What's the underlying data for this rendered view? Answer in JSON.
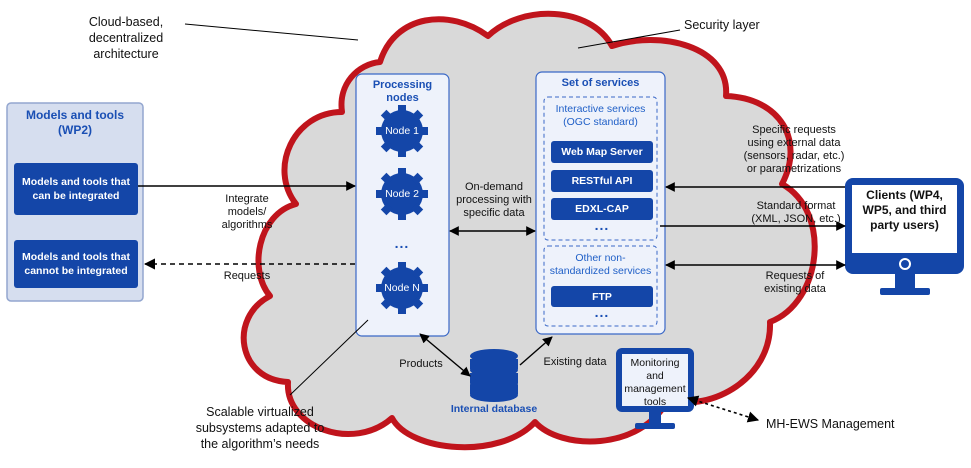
{
  "annotations": {
    "cloud_desc": "Cloud-based, decentralized architecture",
    "security_layer": "Security layer",
    "scalable": "Scalable virtualized subsystems adapted to the algorithm’s needs",
    "mh_ews": "MH-EWS Management"
  },
  "models_panel": {
    "title": "Models and tools (WP2)",
    "integrable": "Models and tools that can be integrated",
    "non_integrable": "Models and tools that cannot be integrated"
  },
  "processing_nodes": {
    "title": "Processing nodes",
    "nodes": [
      "Node 1",
      "Node 2",
      "Node N"
    ],
    "ellipsis": "..."
  },
  "services": {
    "title": "Set of services",
    "interactive_title": "Interactive services (OGC standard)",
    "interactive_items": [
      "Web Map Server",
      "RESTful API",
      "EDXL-CAP"
    ],
    "other_title": "Other non-standardized services",
    "other_items": [
      "FTP"
    ],
    "ellipsis": "..."
  },
  "database": {
    "label": "Internal database"
  },
  "monitoring": {
    "label": "Monitoring and management tools"
  },
  "clients": {
    "label": "Clients (WP4, WP5, and third party users)"
  },
  "flows": {
    "integrate": "Integrate models/ algorithms",
    "requests": "Requests",
    "on_demand": "On-demand processing with specific data",
    "specific_requests": "Specific requests using external data (sensors, radar, etc.) or parametrizations",
    "standard_format": "Standard format (XML, JSON, etc.)",
    "requests_existing": "Requests of existing data",
    "products": "Products",
    "existing_data": "Existing data"
  },
  "colors": {
    "cloud_fill": "#d9d9d9",
    "cloud_stroke": "#c0141c",
    "blue_box": "#1446a8",
    "panel_fill": "#eef2fb",
    "panel_stroke": "#3a68c7"
  }
}
